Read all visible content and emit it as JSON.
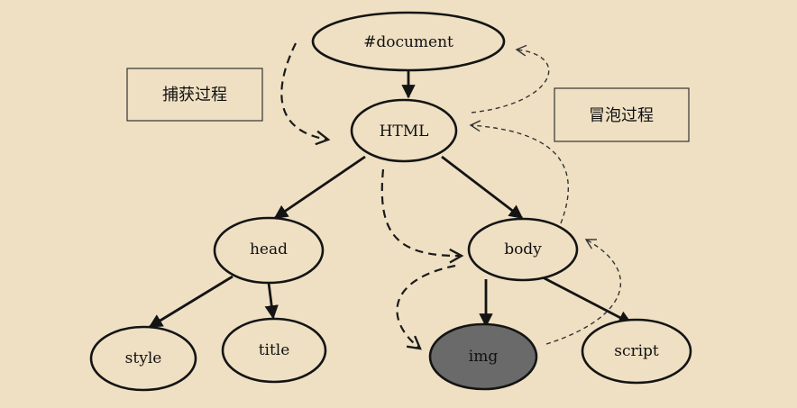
{
  "nodes": {
    "document": "#document",
    "html": "HTML",
    "head": "head",
    "body": "body",
    "style": "style",
    "title": "title",
    "img": "img",
    "script": "script"
  },
  "labels": {
    "capture": "捕获过程",
    "bubble": "冒泡过程"
  },
  "colors": {
    "background": "#efe0c3",
    "target_node_fill": "#6a6a6a",
    "stroke": "#141414"
  }
}
